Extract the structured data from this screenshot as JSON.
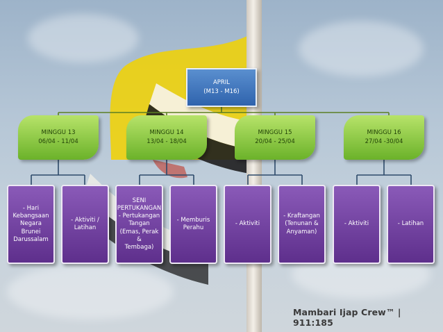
{
  "root": {
    "line1": "APRIL",
    "line2": "(M13 - M16)"
  },
  "weeks": [
    {
      "title": "MINGGU 13",
      "dates": "06/04 - 11/04"
    },
    {
      "title": "MINGGU 14",
      "dates": "13/04 - 18/04"
    },
    {
      "title": "MINGGU 15",
      "dates": "20/04 - 25/04"
    },
    {
      "title": "MINGGU  16",
      "dates": "27/04 -30/04"
    }
  ],
  "activities": [
    {
      "lines": [
        "- Hari",
        "Kebangsaan",
        "Negara Brunei",
        "Darussalam"
      ]
    },
    {
      "lines": [
        "-  Aktiviti /",
        "Latihan"
      ]
    },
    {
      "lines": [
        "SENI",
        "PERTUKANGAN",
        "- Pertukangan",
        "Tangan",
        "(Emas, Perak &",
        "Tembaga)"
      ]
    },
    {
      "lines": [
        "- Memburis",
        "Perahu"
      ]
    },
    {
      "lines": [
        "- Aktiviti"
      ]
    },
    {
      "lines": [
        "- Kraftangan",
        "(Tenunan &",
        "Anyaman)"
      ]
    },
    {
      "lines": [
        "- Aktiviti"
      ]
    },
    {
      "lines": [
        "-  Latihan"
      ]
    }
  ],
  "watermark": "Mambari Ijap Crew™ | 911:185",
  "colors": {
    "root": "#2f63ad",
    "week": "#8cc63f",
    "activity": "#6a3a9a"
  }
}
